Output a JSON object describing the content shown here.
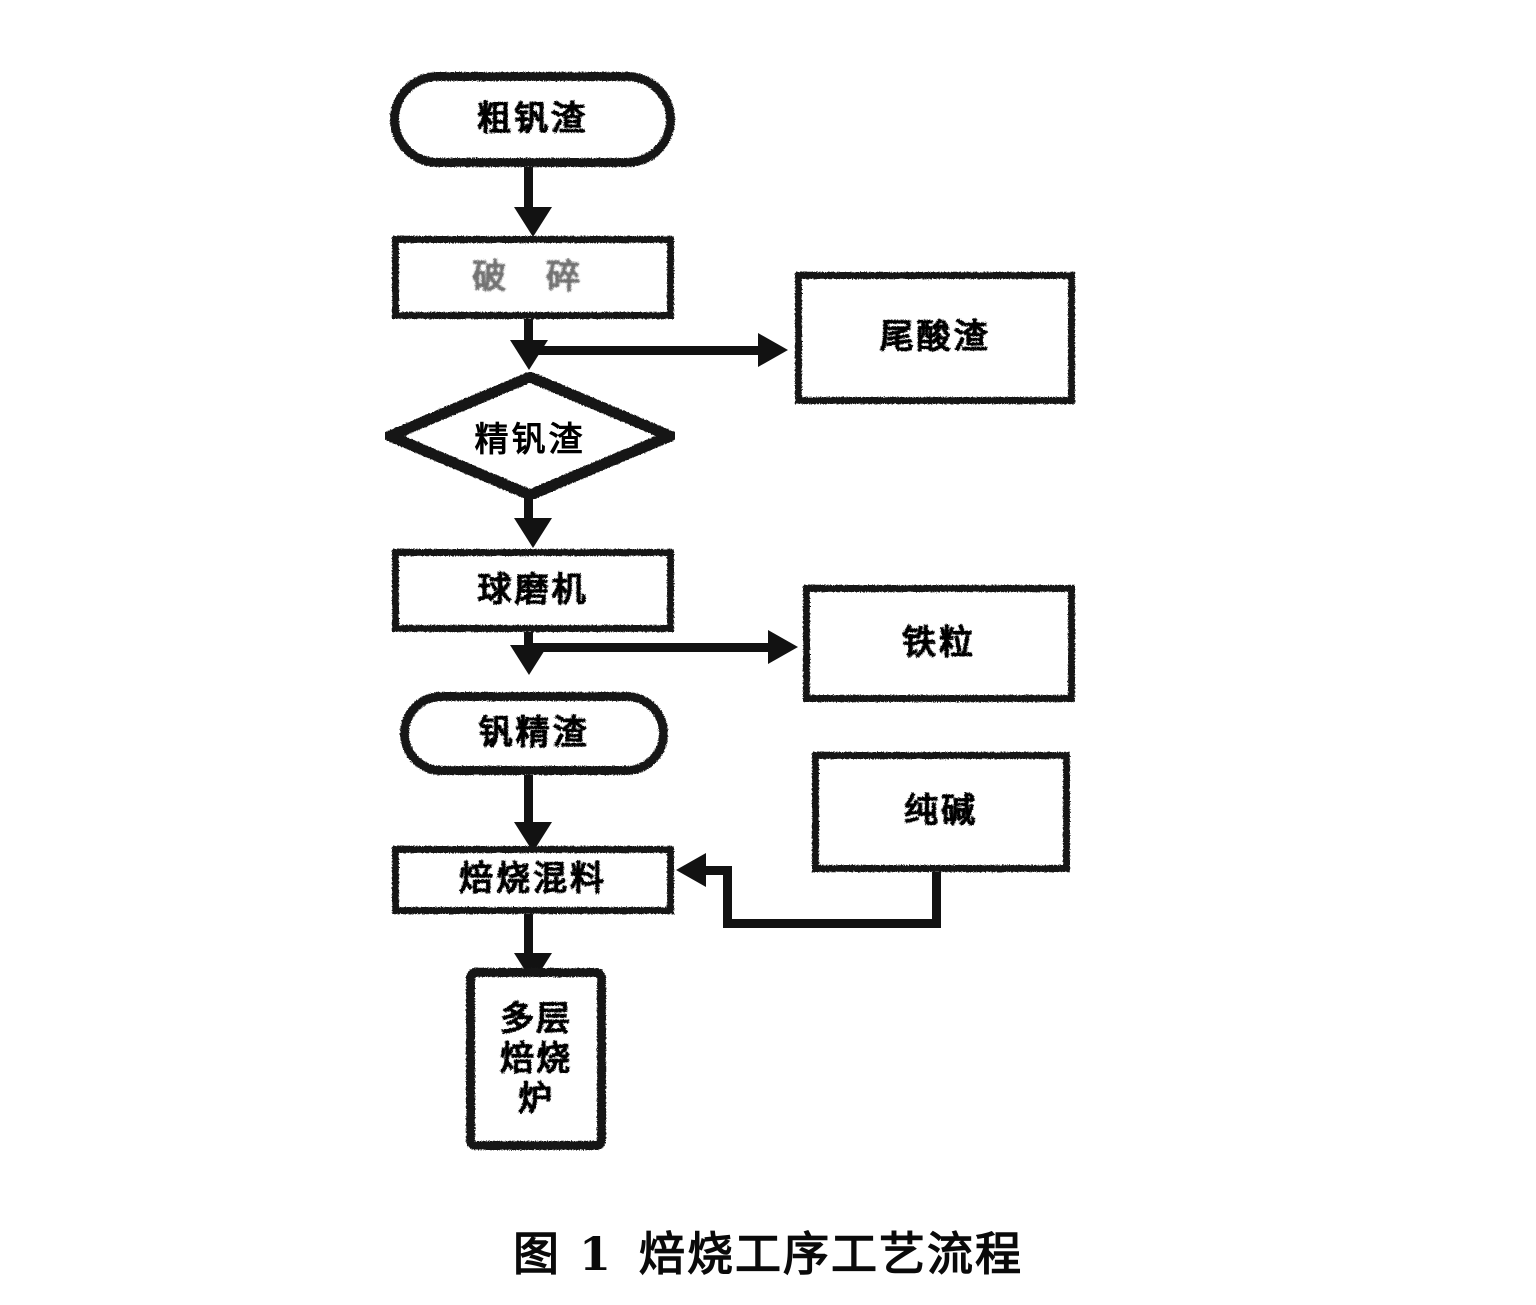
{
  "figure": {
    "caption_number": "图 1",
    "caption_title": "焙烧工序工艺流程",
    "language": "zh-CN"
  },
  "diagram": {
    "type": "process-flowchart",
    "orientation": "top-to-bottom",
    "nodes": [
      {
        "id": "n1",
        "shape": "terminator",
        "label": "粗钒渣"
      },
      {
        "id": "n2",
        "shape": "process",
        "label": "破  碎"
      },
      {
        "id": "n3",
        "shape": "decision",
        "label": "精钒渣"
      },
      {
        "id": "n4",
        "shape": "process",
        "label": "球磨机"
      },
      {
        "id": "n5",
        "shape": "terminator",
        "label": "钒精渣"
      },
      {
        "id": "n6",
        "shape": "process",
        "label": "焙烧混料"
      },
      {
        "id": "n7",
        "shape": "process-tall",
        "label": "多层\n焙烧\n炉"
      },
      {
        "id": "s1",
        "shape": "process",
        "label": "尾酸渣"
      },
      {
        "id": "s2",
        "shape": "process",
        "label": "铁粒"
      },
      {
        "id": "s3",
        "shape": "process",
        "label": "纯碱"
      }
    ],
    "edges": [
      {
        "from": "n1",
        "to": "n2",
        "direction": "down"
      },
      {
        "from": "n2",
        "to": "n3",
        "direction": "down"
      },
      {
        "from": "n2",
        "to": "s1",
        "direction": "right"
      },
      {
        "from": "n3",
        "to": "n4",
        "direction": "down"
      },
      {
        "from": "n4",
        "to": "n5",
        "direction": "down"
      },
      {
        "from": "n4",
        "to": "s2",
        "direction": "right"
      },
      {
        "from": "n5",
        "to": "n6",
        "direction": "down"
      },
      {
        "from": "s3",
        "to": "n6",
        "direction": "left"
      },
      {
        "from": "n6",
        "to": "n7",
        "direction": "down"
      }
    ]
  },
  "colors": {
    "ink": "#121212",
    "paper": "#ffffff"
  }
}
